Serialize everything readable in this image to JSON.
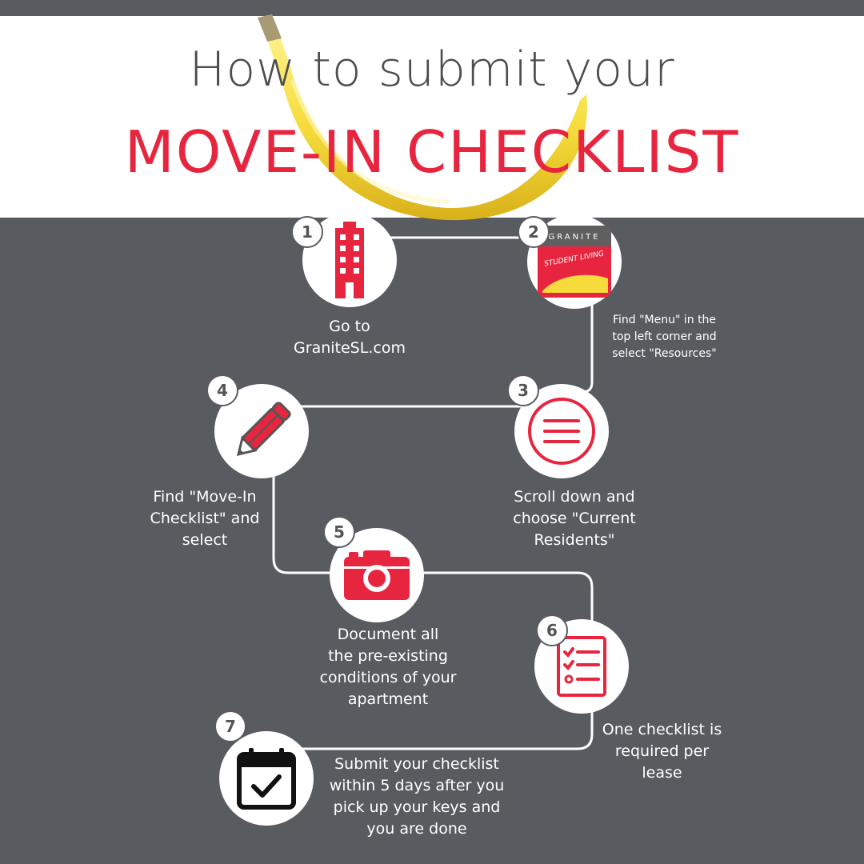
{
  "title": {
    "line1": "How to submit your",
    "line2": "MOVE-IN CHECKLIST"
  },
  "colors": {
    "background": "#585c61",
    "accent": "#e8253f",
    "banner": "#ffffff"
  },
  "logo": {
    "text_top": "GRANITE",
    "text_bottom": "STUDENT LIVING"
  },
  "steps": [
    {
      "number": "1",
      "icon": "building-icon",
      "lines": [
        "Go to",
        "GraniteSL.com"
      ]
    },
    {
      "number": "2",
      "icon": "granite-logo-icon",
      "lines": [
        "Find \"Menu\" in the",
        "top left corner and",
        "select \"Resources\""
      ]
    },
    {
      "number": "3",
      "icon": "menu-icon",
      "lines": [
        "Scroll down and",
        "choose \"Current",
        "Residents\""
      ]
    },
    {
      "number": "4",
      "icon": "pencil-icon",
      "lines": [
        "Find \"Move-In",
        "Checklist\" and",
        "select"
      ]
    },
    {
      "number": "5",
      "icon": "camera-icon",
      "lines": [
        "Document all",
        "the pre-existing",
        "conditions of your",
        "apartment"
      ]
    },
    {
      "number": "6",
      "icon": "checklist-icon",
      "lines": [
        "One checklist is",
        "required per",
        "lease"
      ]
    },
    {
      "number": "7",
      "icon": "calendar-check-icon",
      "lines": [
        "Submit your checklist",
        "within 5 days after you",
        "pick up your keys and",
        "you are done"
      ]
    }
  ]
}
